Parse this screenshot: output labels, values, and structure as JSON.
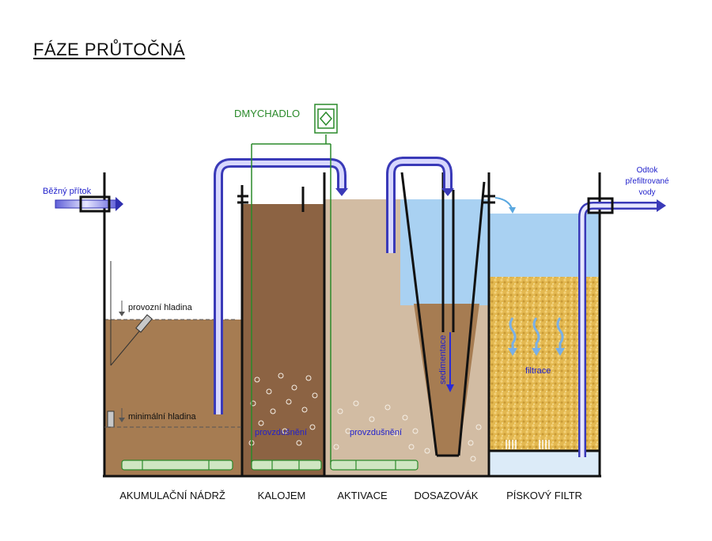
{
  "title": "FÁZE PRŮTOČNÁ",
  "labels": {
    "blower": "DMYCHADLO",
    "inlet": "Běžný přítok",
    "outlet_line1": "Odtok",
    "outlet_line2": "přefiltrované",
    "outlet_line3": "vody",
    "operating_level": "provozní hladina",
    "minimum_level": "minimální hladina",
    "aeration_1": "provzdušnění",
    "aeration_2": "provzdušnění",
    "sedimentation": "sedimentace",
    "filtration": "filtrace"
  },
  "sections": [
    "AKUMULAČNÍ NÁDRŽ",
    "KALOJEM",
    "AKTIVACE",
    "DOSAZOVÁK",
    "PÍSKOVÝ FILTR"
  ],
  "colors": {
    "sludge_brown": "#a67c52",
    "dark_sludge": "#8c6343",
    "activation_tan": "#d2bca3",
    "clear_water": "#a9d1f2",
    "sand": "#e3b850",
    "air_line_green": "#2a8a2a",
    "flow_blue": "#2b2bd6",
    "label_blue": "#2222cc"
  }
}
